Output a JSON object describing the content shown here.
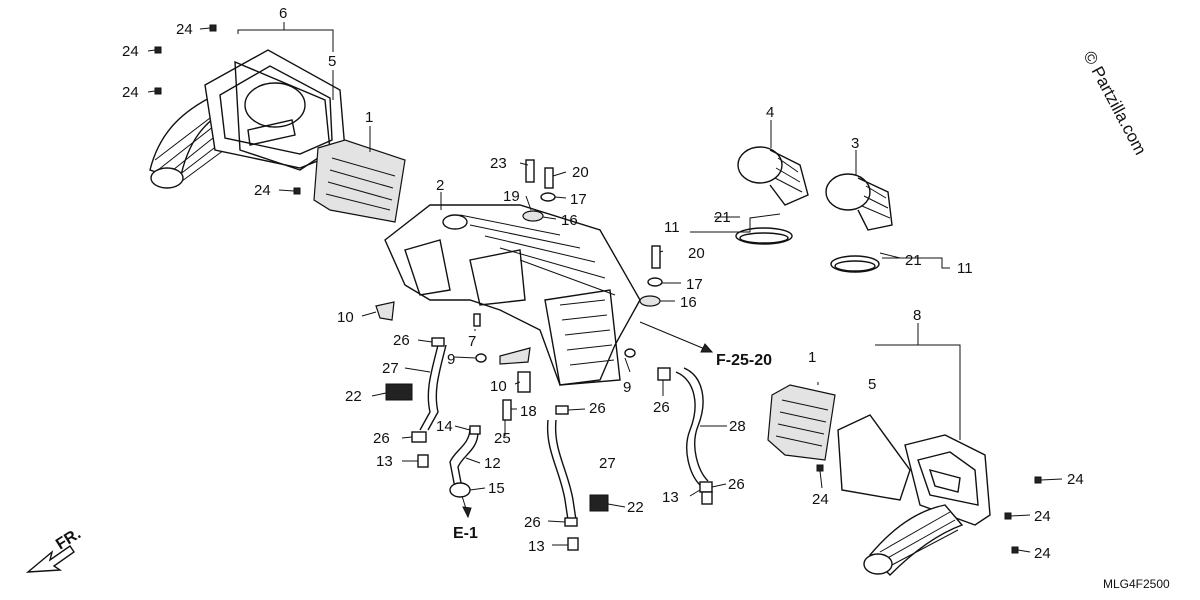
{
  "callouts": {
    "c24a": "24",
    "c24b": "24",
    "c24c": "24",
    "c24d": "24",
    "c24e": "24",
    "c24f": "24",
    "c24g": "24",
    "c24h": "24",
    "c6": "6",
    "c5a": "5",
    "c5b": "5",
    "c1a": "1",
    "c1b": "1",
    "c2": "2",
    "c23": "23",
    "c20a": "20",
    "c20b": "20",
    "c19": "19",
    "c17a": "17",
    "c17b": "17",
    "c16a": "16",
    "c16b": "16",
    "c4": "4",
    "c3": "3",
    "c21a": "21",
    "c21b": "21",
    "c11a": "11",
    "c11b": "11",
    "c10a": "10",
    "c10b": "10",
    "c26a": "26",
    "c26b": "26",
    "c26c": "26",
    "c26d": "26",
    "c26e": "26",
    "c26f": "26",
    "c7": "7",
    "c9a": "9",
    "c9b": "9",
    "c27a": "27",
    "c27b": "27",
    "c22a": "22",
    "c22b": "22",
    "c14": "14",
    "c13a": "13",
    "c13b": "13",
    "c13c": "13",
    "c12": "12",
    "c15": "15",
    "c18": "18",
    "c25": "25",
    "c28": "28",
    "c8": "8"
  },
  "references": {
    "f25": "F-25-20",
    "e1": "E-1"
  },
  "direction_label": "FR.",
  "watermark": "© Partzilla.com",
  "diagram_code": "MLG4F2500"
}
